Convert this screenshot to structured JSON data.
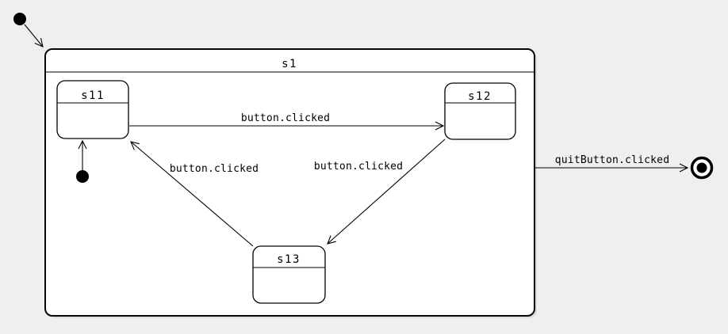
{
  "diagram": {
    "root_state": {
      "name": "s1"
    },
    "states": [
      {
        "name": "s11"
      },
      {
        "name": "s12"
      },
      {
        "name": "s13"
      }
    ],
    "transitions": [
      {
        "from": "s11",
        "to": "s12",
        "label": "button.clicked"
      },
      {
        "from": "s13",
        "to": "s11",
        "label": "button.clicked"
      },
      {
        "from": "s12",
        "to": "s13",
        "label": "button.clicked"
      },
      {
        "from": "s1",
        "to": "final",
        "label": "quitButton.clicked"
      }
    ],
    "pseudostates": [
      {
        "type": "initial",
        "target": "s1"
      },
      {
        "type": "initial",
        "target": "s11"
      },
      {
        "type": "final",
        "source": "s1"
      }
    ],
    "colors": {
      "background": "#efefef",
      "state_fill": "#ffffff",
      "stroke": "#000000"
    }
  }
}
